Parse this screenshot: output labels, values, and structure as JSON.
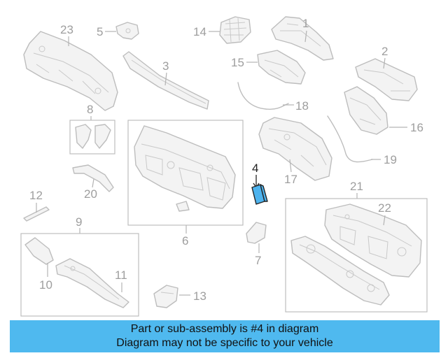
{
  "diagram": {
    "callouts": {
      "c1": "1",
      "c2": "2",
      "c3": "3",
      "c4": "4",
      "c5": "5",
      "c6": "6",
      "c7": "7",
      "c8": "8",
      "c9": "9",
      "c10": "10",
      "c11": "11",
      "c12": "12",
      "c13": "13",
      "c14": "14",
      "c15": "15",
      "c16": "16",
      "c17": "17",
      "c18": "18",
      "c19": "19",
      "c20": "20",
      "c21": "21",
      "c22": "22",
      "c23": "23"
    },
    "highlighted_part": "4",
    "colors": {
      "highlight_fill": "#4db3ee",
      "part_stroke": "#bdbdbd",
      "banner_background": "#4fb9ef"
    }
  },
  "banner": {
    "line1": "Part or sub-assembly is #4 in diagram",
    "line2": "Diagram may not be specific to your vehicle"
  }
}
